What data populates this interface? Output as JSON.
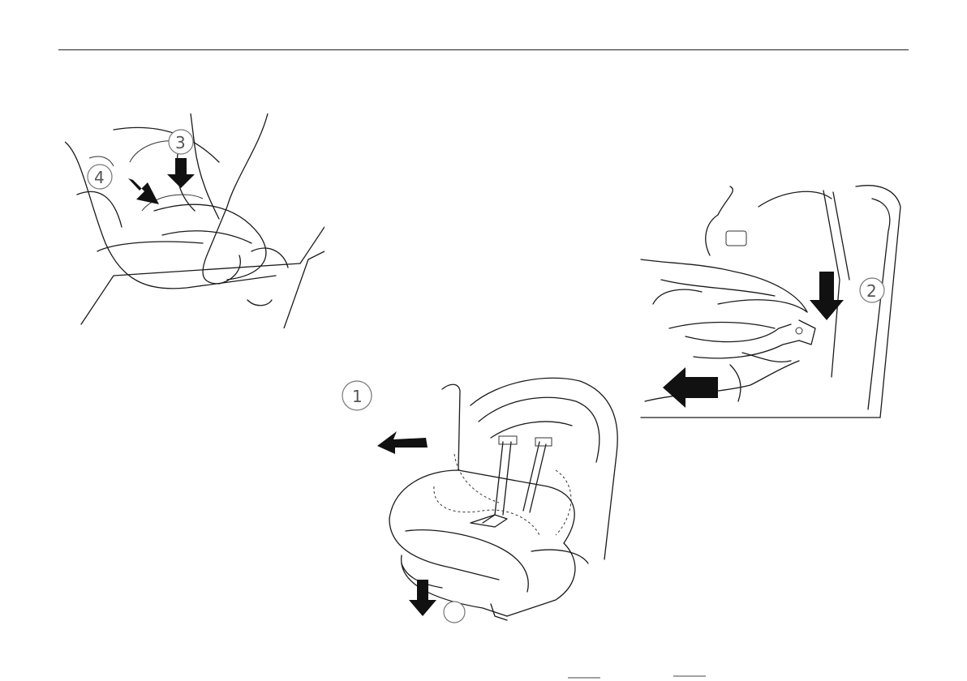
{
  "figures": {
    "fig_a": {
      "icon": "car-seat-installation-illustration",
      "steps": [
        "3",
        "4"
      ]
    },
    "fig_b": {
      "icon": "car-seat-harness-illustration",
      "steps": [
        "1"
      ]
    },
    "fig_c": {
      "icon": "seat-belt-release-illustration",
      "steps": [
        "2"
      ]
    }
  },
  "colors": {
    "ink": "#1a1a1a",
    "arrow": "#111111",
    "background": "#ffffff"
  }
}
